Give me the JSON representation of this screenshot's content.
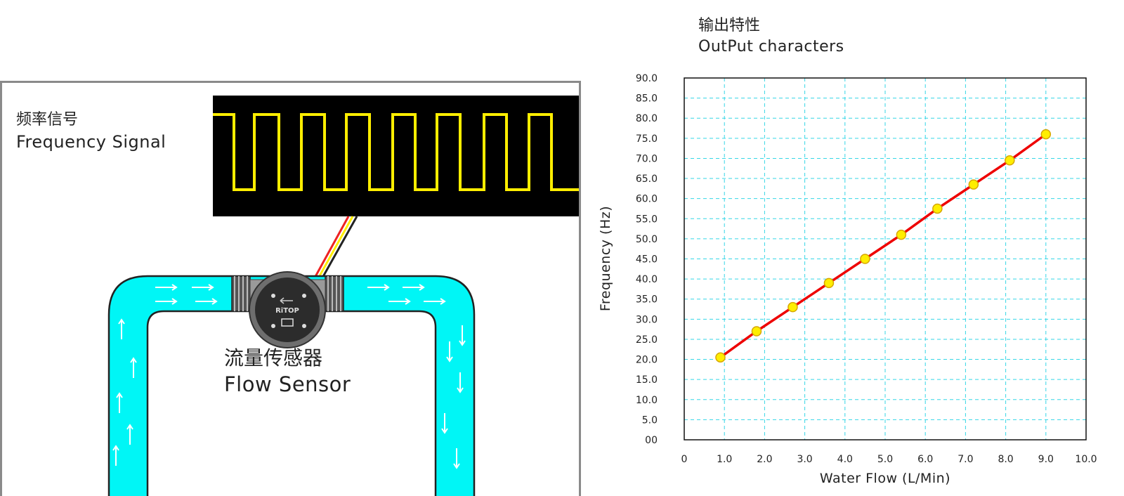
{
  "signal_panel": {
    "label_zh": "频率信号",
    "label_en": "Frequency Signal"
  },
  "sensor": {
    "label_zh": "流量传感器",
    "label_en": "Flow Sensor",
    "brand": "RiTOP"
  },
  "colors": {
    "water": "#00f6f6",
    "signal": "#ffee00",
    "line": "#ee0000",
    "point": "#ffee00",
    "grid": "#36d6e6"
  },
  "chart_header": {
    "title_zh": "输出特性",
    "title_en": "OutPut characters"
  },
  "chart_data": {
    "type": "line",
    "x": [
      0.9,
      1.8,
      2.7,
      3.6,
      4.5,
      5.4,
      6.3,
      7.2,
      8.1,
      9.0
    ],
    "y": [
      20.5,
      27,
      33,
      39,
      45,
      51,
      57.5,
      63.5,
      69.5,
      76
    ],
    "xlabel": "Water Flow (L/Min)",
    "ylabel": "Frequency (Hz)",
    "xlim": [
      0,
      10
    ],
    "ylim": [
      0,
      90
    ],
    "x_ticks": [
      "0",
      "1.0",
      "2.0",
      "3.0",
      "4.0",
      "5.0",
      "6.0",
      "7.0",
      "8.0",
      "9.0",
      "10.0"
    ],
    "y_ticks": [
      "00",
      "5.0",
      "10.0",
      "15.0",
      "20.0",
      "25.0",
      "30.0",
      "35.0",
      "40.0",
      "45.0",
      "50.0",
      "55.0",
      "60.0",
      "65.0",
      "70.0",
      "75.0",
      "80.0",
      "85.0",
      "90.0"
    ],
    "grid": true
  }
}
